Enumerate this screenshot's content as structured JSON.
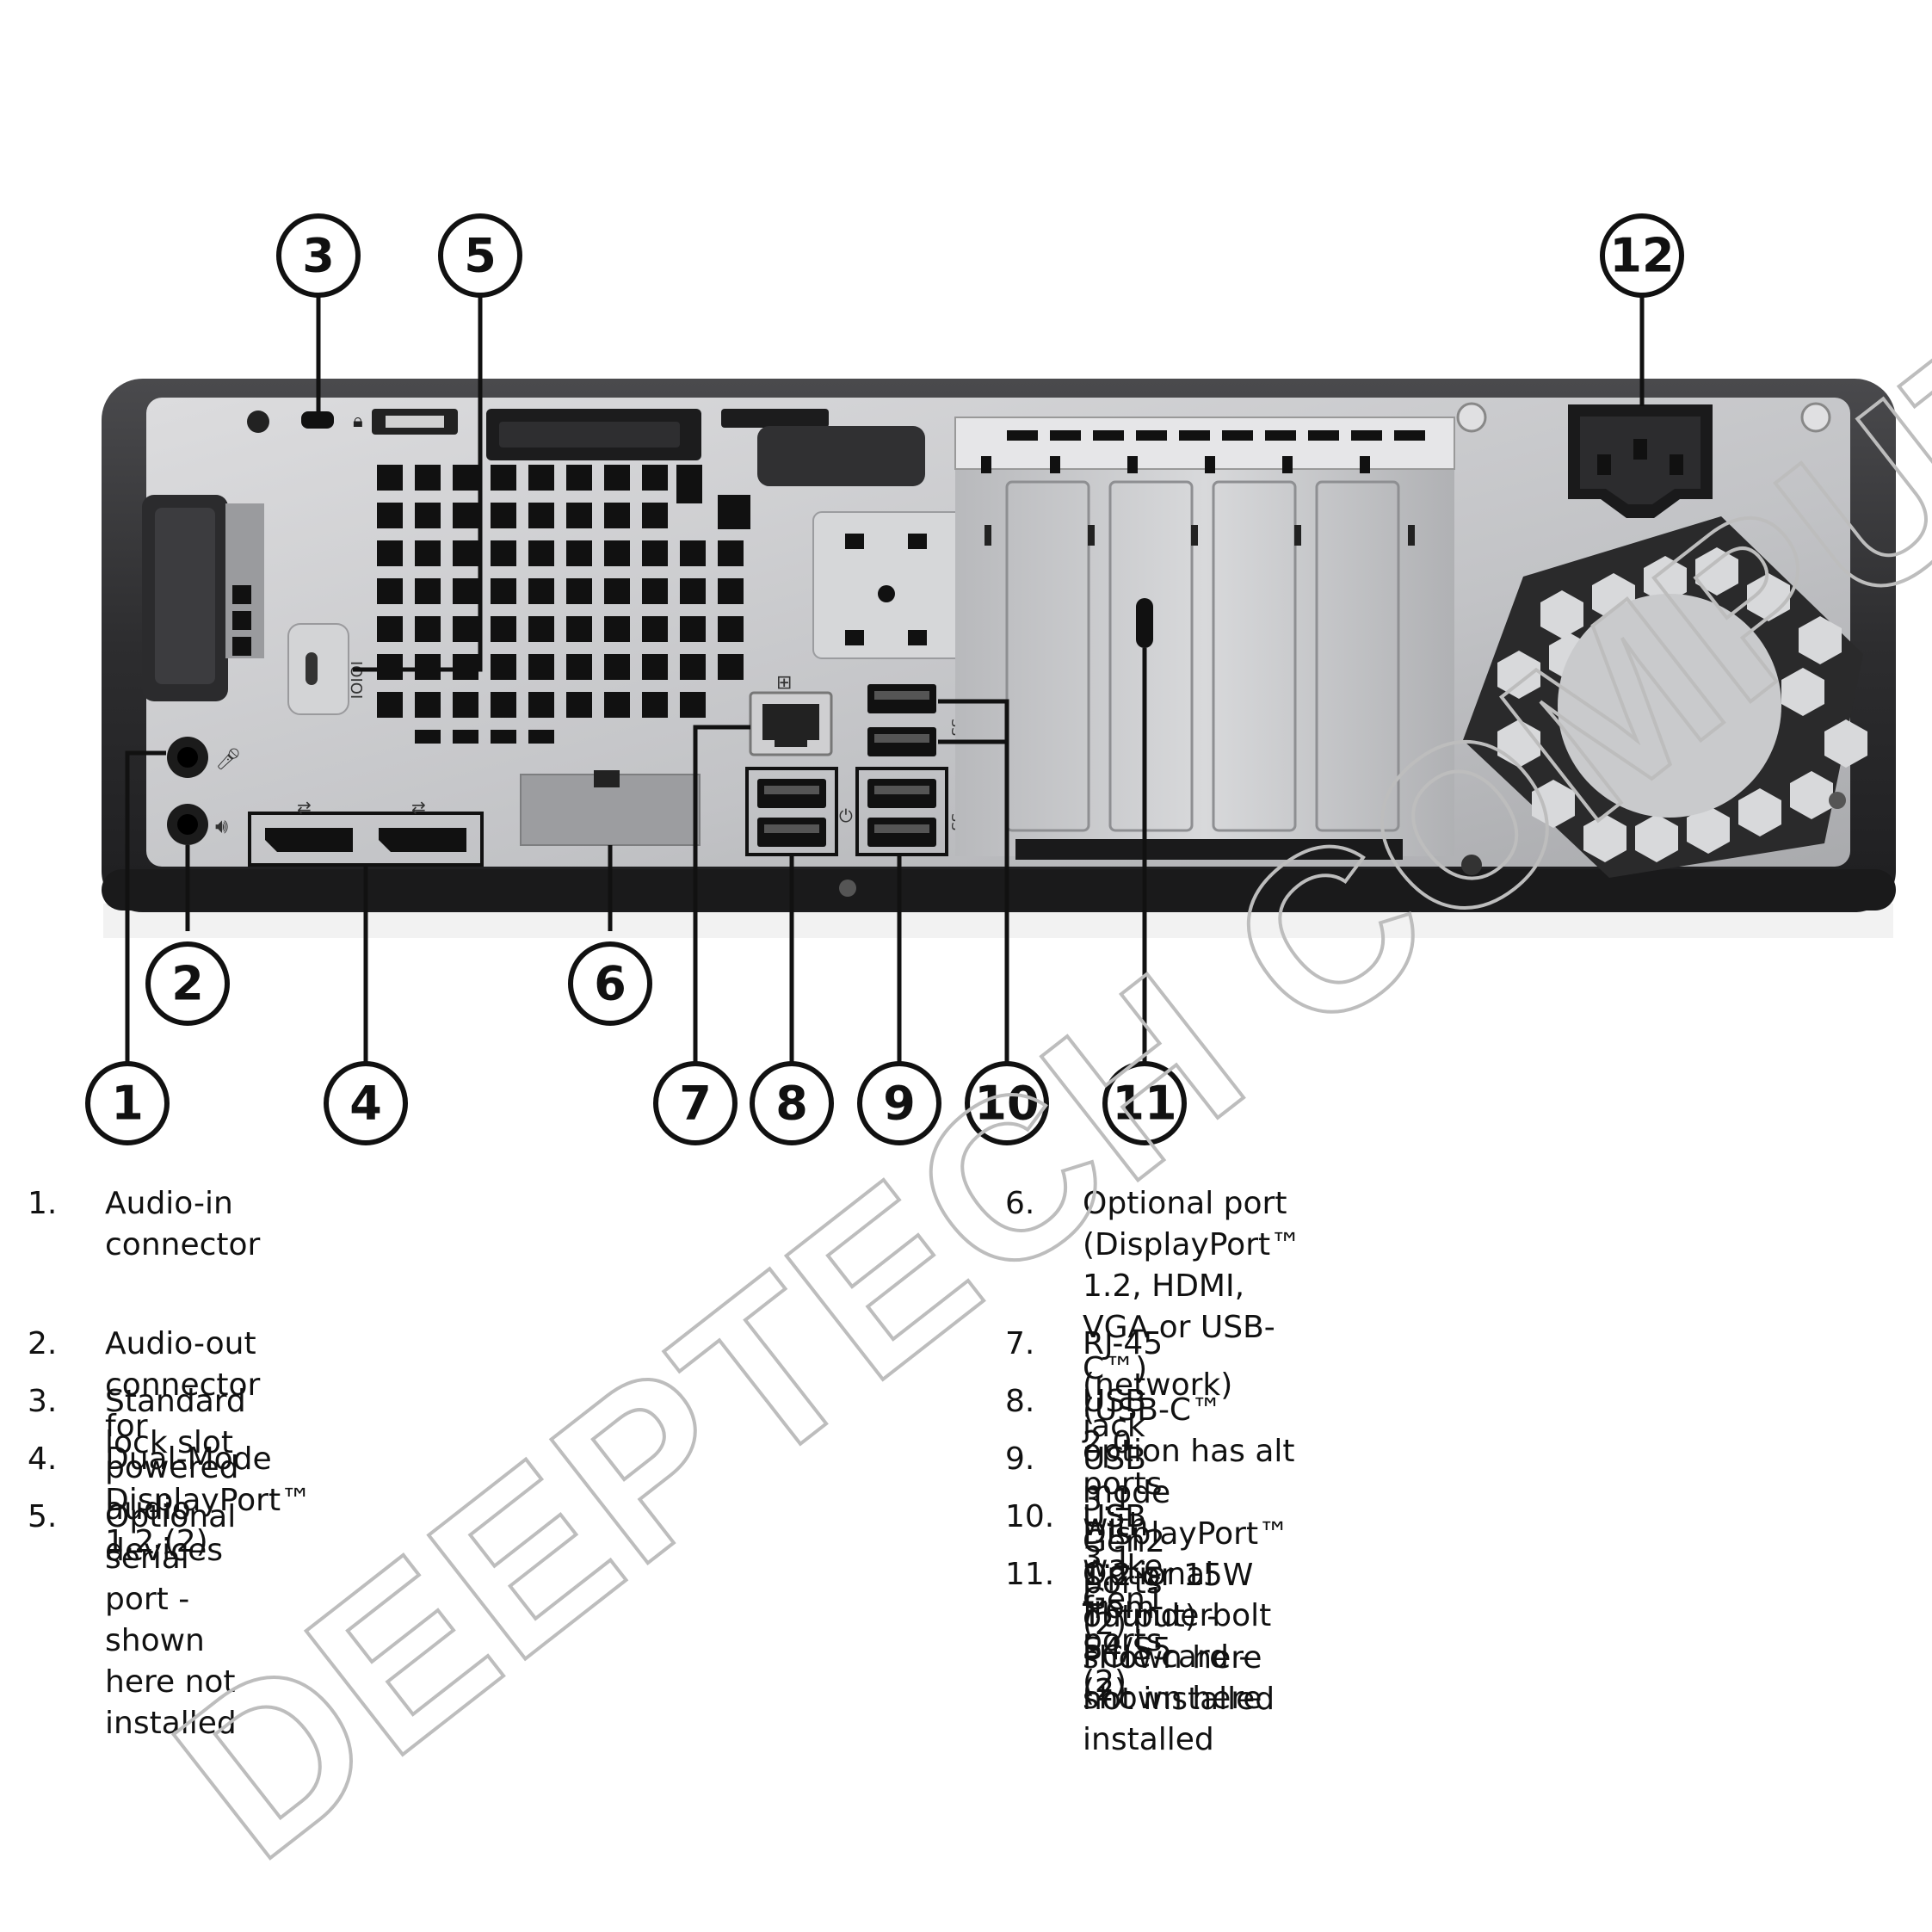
{
  "callouts": {
    "c1": "1",
    "c2": "2",
    "c3": "3",
    "c4": "4",
    "c5": "5",
    "c6": "6",
    "c7": "7",
    "c8": "8",
    "c9": "9",
    "c10": "10",
    "c11": "11",
    "c12": "12"
  },
  "legend": {
    "left": [
      {
        "num": "1.",
        "text": "Audio-in connector"
      },
      {
        "num": "2.",
        "text": "Audio-out connector for powered audio devices"
      },
      {
        "num": "3.",
        "text": "Standard lock slot"
      },
      {
        "num": "4.",
        "text": "Dual-Mode DisplayPort™ 1.2 (2)"
      },
      {
        "num": "5.",
        "text": "Optional serial port - shown here not installed"
      }
    ],
    "right": [
      {
        "num": "6.",
        "text": "Optional port (DisplayPort™ 1.2, HDMI, VGA or USB-C™)\n(USB-C™ option has alt mode DisplayPort™ 1.2 or 15W\noutput) - shown here not installed"
      },
      {
        "num": "7.",
        "text": "RJ-45 (network) jack"
      },
      {
        "num": "8.",
        "text": "USB 2.0 ports with wake from S4/S5 (2)"
      },
      {
        "num": "9.",
        "text": "USB 3.1 Gen2 ports (2)"
      },
      {
        "num": "10.",
        "text": "USB 3.1 Gen1 ports (2)"
      },
      {
        "num": "11.",
        "text": "Optional Thunderbolt PCIe card - shown here installed"
      }
    ]
  },
  "port_labels": {
    "serial": "IOIOI",
    "ss_top": "SS",
    "ss_bottom": "SS"
  },
  "watermark": "DEEPTECH COMPUTERZ",
  "colors": {
    "chassis_dark": "#2e2e30",
    "panel_silver": "#c9cacc",
    "vent_black": "#111111",
    "watermark_stroke": "#bdbdbd"
  }
}
